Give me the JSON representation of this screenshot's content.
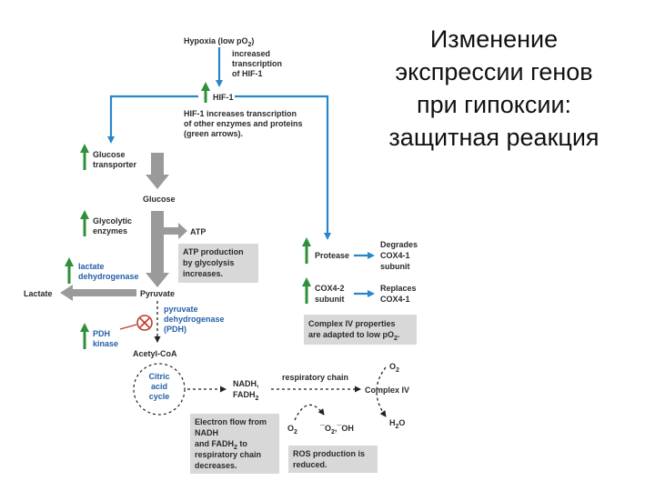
{
  "title_lines": [
    "Изменение",
    "экспрессии генов",
    "при гипоксии:",
    "защитная реакция"
  ],
  "diagram": {
    "hypoxia": "Hypoxia (low pO",
    "hypoxia_sub": "2",
    "hypoxia_close": ")",
    "increased": [
      "increased",
      "transcription",
      "of HIF-1"
    ],
    "hif1": "HIF-1",
    "hif1_note": [
      "HIF-1 increases transcription",
      "of other enzymes and proteins",
      "(green arrows)."
    ],
    "glucose_transporter": [
      "Glucose",
      "transporter"
    ],
    "glucose": "Glucose",
    "glycolytic_enzymes": [
      "Glycolytic",
      "enzymes"
    ],
    "atp": "ATP",
    "atp_box": [
      "ATP production",
      "by glycolysis",
      "increases."
    ],
    "ldh": [
      "lactate",
      "dehydrogenase"
    ],
    "lactate": "Lactate",
    "pyruvate": "Pyruvate",
    "pdh": [
      "pyruvate",
      "dehydrogenase",
      "(PDH)"
    ],
    "pdh_kinase": [
      "PDH",
      "kinase"
    ],
    "acetyl_coa": "Acetyl-CoA",
    "citric_cycle": [
      "Citric",
      "acid",
      "cycle"
    ],
    "nadh": [
      "NADH,",
      "FADH"
    ],
    "nadh_sub": "2",
    "respiratory_chain": "respiratory chain",
    "o2_top": "O",
    "o2_sub": "2",
    "complex_iv": "Complex IV",
    "h2o": "H",
    "h2o_sub": "2",
    "h2o_end": "O",
    "o2_left": "O",
    "o2_left_sub": "2",
    "ros": "¯O",
    "ros_sub": "2",
    "ros_end": ",¯OH",
    "electron_box": [
      "Electron flow from",
      "NADH",
      "and FADH",
      "respiratory chain",
      "decreases."
    ],
    "electron_sub": "2",
    "electron_to": " to",
    "ros_box": [
      "ROS production is",
      "reduced."
    ],
    "protease": "Protease",
    "degrades": [
      "Degrades",
      "COX4-1",
      "subunit"
    ],
    "cox42": [
      "COX4-2",
      "subunit"
    ],
    "replaces": [
      "Replaces",
      "COX4-1"
    ],
    "complex_box": [
      "Complex IV properties",
      "are adapted to low pO"
    ],
    "complex_box_sub": "2",
    "complex_box_end": "."
  },
  "colors": {
    "blue_arrow": "#2a86c8",
    "green_arrow": "#2f8f3a",
    "gray_arrow": "#9a9a9a",
    "box_fill": "#d8d8d8",
    "inhibit_red": "#c0392b"
  }
}
